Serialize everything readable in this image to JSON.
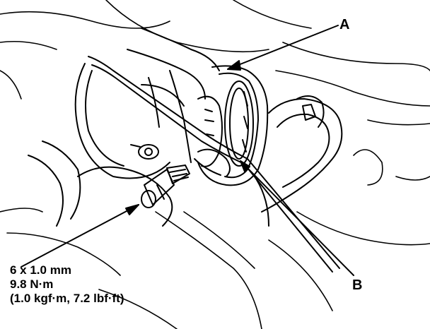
{
  "callouts": {
    "a": "A",
    "b": "B"
  },
  "torque_spec": {
    "size": "6 x 1.0 mm",
    "torque_nm": "9.8 N·m",
    "torque_alt": "(1.0 kgf·m, 7.2 lbf·ft)"
  },
  "colors": {
    "ink": "#000000",
    "paper": "#ffffff"
  }
}
